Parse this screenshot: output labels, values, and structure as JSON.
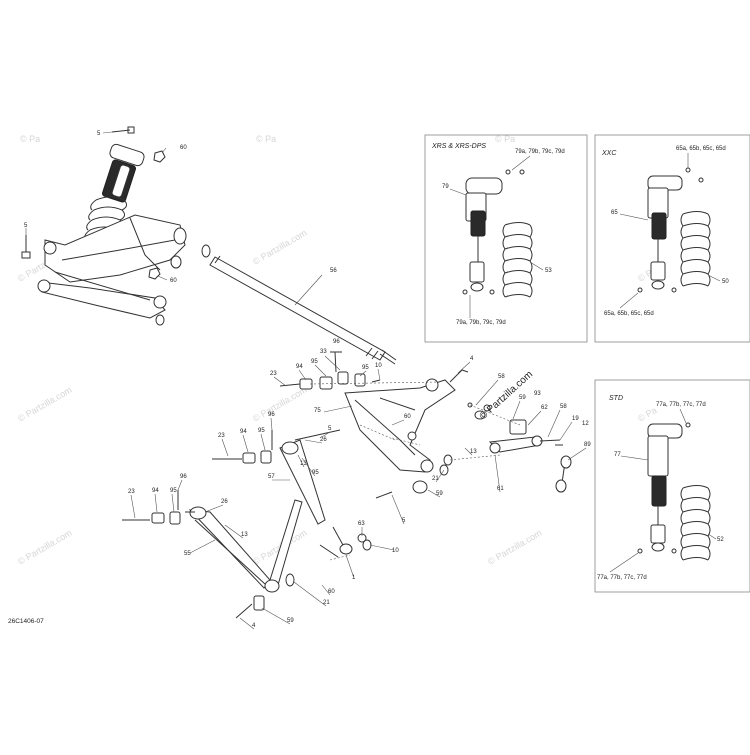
{
  "diagram_code": "26C1406-07",
  "watermark_text": "© Partzilla.com",
  "watermark_small": "© Pa",
  "panels": {
    "xrs": {
      "title": "XRS & XRS-DPS",
      "labels": {
        "top": "79a, 79b, 79c, 79d",
        "shock": "79",
        "spring": "53",
        "bottom": "79a, 79b, 79c, 79d"
      }
    },
    "xxc": {
      "title": "XXC",
      "labels": {
        "top": "65a, 65b, 65c, 65d",
        "shock": "65",
        "spring": "50",
        "bottom": "65a, 65b, 65c, 65d"
      }
    },
    "std": {
      "title": "STD",
      "labels": {
        "top": "77a, 77b, 77c, 77d",
        "shock": "77",
        "spring": "52",
        "bottom": "77a, 77b, 77c, 77d"
      }
    }
  },
  "callouts": {
    "c5a": "5",
    "c60a": "60",
    "c5b": "5",
    "c60b": "60",
    "c56": "56",
    "c23a": "23",
    "c94a": "94",
    "c95a": "95",
    "c33": "33",
    "c96a": "96",
    "c95b": "95",
    "c10a": "10",
    "c75": "75",
    "c4": "4",
    "c58a": "58",
    "c59a": "59",
    "c93": "93",
    "c62": "62",
    "c58b": "58",
    "c19": "19",
    "c12": "12",
    "c89": "89",
    "c23b": "23",
    "c94b": "94",
    "c95c": "95",
    "c96b": "96",
    "c26a": "26",
    "c5c": "5",
    "c13a": "13",
    "c95d": "95",
    "c57": "57",
    "c21a": "21",
    "c59b": "59",
    "c61": "61",
    "c13b": "13",
    "c23c": "23",
    "c94c": "94",
    "c95e": "95",
    "c96c": "96",
    "c26b": "26",
    "c13c": "13",
    "c55": "55",
    "c5d": "5",
    "c63": "63",
    "c10b": "10",
    "c1": "1",
    "c60c": "60",
    "c21b": "21",
    "c59c": "59",
    "c4b": "4",
    "c60d": "60"
  }
}
